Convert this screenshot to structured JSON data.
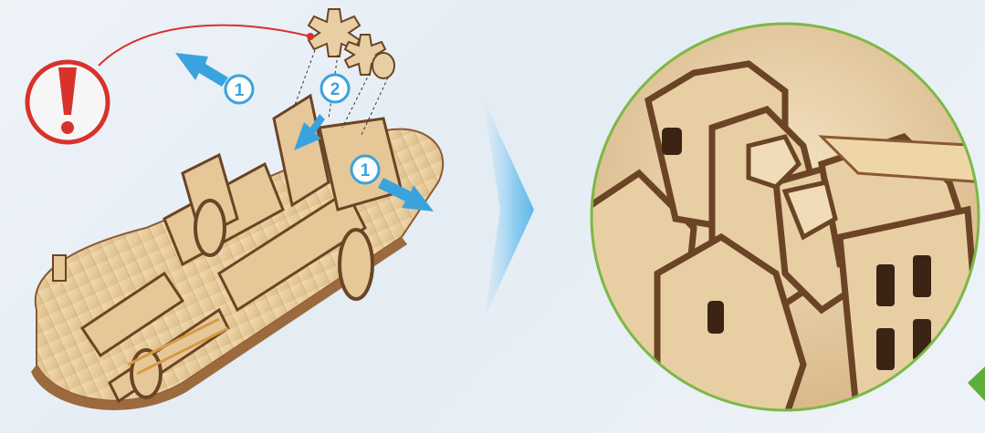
{
  "colors": {
    "warning_red": "#d8322c",
    "arrow_blue": "#3aa3dd",
    "zoom_border_green": "#7cb845",
    "wood_light": "#e8cfa3",
    "wood_mid": "#c9a573",
    "wood_dark": "#6b4426"
  },
  "icons": {
    "warning": "exclamation-warning-icon",
    "next_step": "chevron-right-arrow-icon"
  },
  "steps": {
    "step_one_left": "1",
    "step_two": "2",
    "step_one_right": "1"
  }
}
